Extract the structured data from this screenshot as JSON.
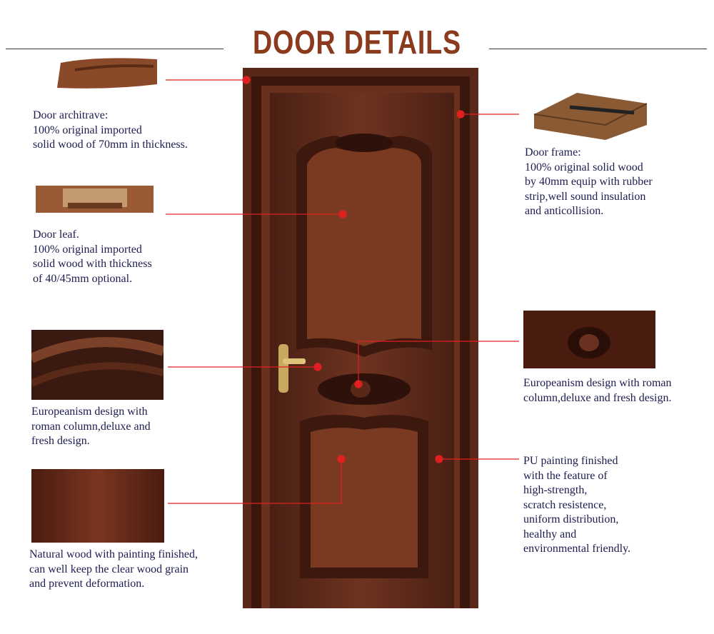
{
  "title": "DOOR DETAILS",
  "colors": {
    "title": "#8b3a1e",
    "callout_line": "#e02020",
    "text": "#1c1c50",
    "wood": "#5a2a1a"
  },
  "callouts": [
    {
      "label": "Door architrave:\n100% original imported\nsolid wood of 70mm in thickness."
    },
    {
      "label": "Door leaf.\n100% original imported\nsolid wood with thickness\nof 40/45mm optional."
    },
    {
      "label": "Europeanism design with\nroman column,deluxe and\nfresh design."
    },
    {
      "label": "Natural wood with painting finished,\ncan well keep the clear wood grain\nand prevent deformation."
    },
    {
      "label": "Door frame:\n100% original solid wood\nby 40mm equip with rubber\nstrip,well sound insulation\nand anticollision."
    },
    {
      "label": "Europeanism design with roman\ncolumn,deluxe and fresh design."
    },
    {
      "label": "PU painting finished\nwith the feature of\nhigh-strength,\nscratch resistence,\nuniform distribution,\nhealthy and\nenvironmental friendly."
    }
  ]
}
